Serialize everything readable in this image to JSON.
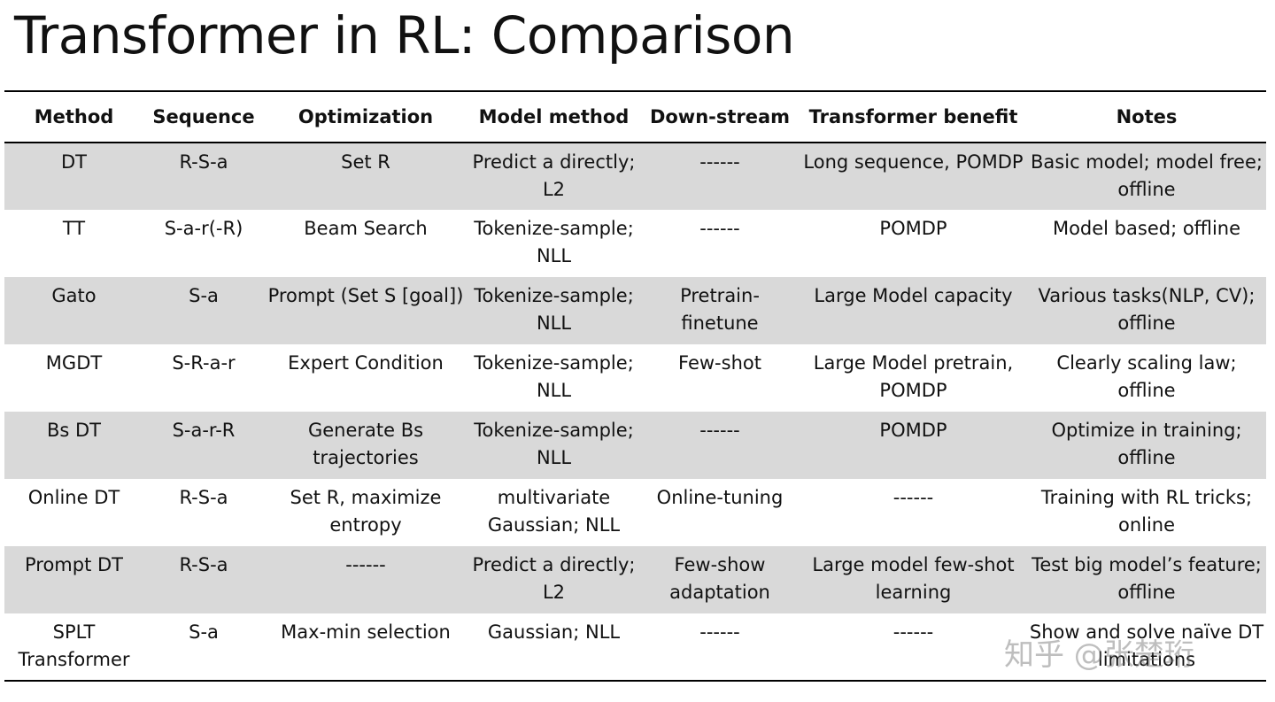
{
  "slide": {
    "title": "Transformer in RL:  Comparison"
  },
  "table": {
    "headers": [
      "Method",
      "Sequence",
      "Optimization",
      "Model method",
      "Down-stream",
      "Transformer benefit",
      "Notes"
    ],
    "rows": [
      [
        "DT",
        "R-S-a",
        "Set R",
        "Predict a directly; L2",
        "------",
        "Long sequence, POMDP",
        "Basic model; model free; offline"
      ],
      [
        "TT",
        "S-a-r(-R)",
        "Beam Search",
        "Tokenize-sample; NLL",
        "------",
        "POMDP",
        "Model based; offline"
      ],
      [
        "Gato",
        "S-a",
        "Prompt (Set S [goal])",
        "Tokenize-sample; NLL",
        "Pretrain-finetune",
        "Large Model capacity",
        "Various tasks(NLP, CV); offline"
      ],
      [
        "MGDT",
        "S-R-a-r",
        "Expert Condition",
        "Tokenize-sample; NLL",
        "Few-shot",
        "Large Model pretrain, POMDP",
        "Clearly scaling law; offline"
      ],
      [
        "Bs DT",
        "S-a-r-R",
        "Generate Bs trajectories",
        "Tokenize-sample; NLL",
        "------",
        "POMDP",
        "Optimize in training; offline"
      ],
      [
        "Online DT",
        "R-S-a",
        "Set R, maximize entropy",
        "multivariate Gaussian; NLL",
        "Online-tuning",
        "------",
        "Training with RL tricks; online"
      ],
      [
        "Prompt DT",
        "R-S-a",
        "------",
        "Predict a directly; L2",
        "Few-show adaptation",
        "Large model few-shot learning",
        "Test big model’s feature; offline"
      ],
      [
        "SPLT Transformer",
        "S-a",
        "Max-min selection",
        "Gaussian; NLL",
        "------",
        "------",
        "Show and solve naïve DT limitations"
      ]
    ]
  },
  "watermark": {
    "text": "知乎 @张楚珩"
  }
}
